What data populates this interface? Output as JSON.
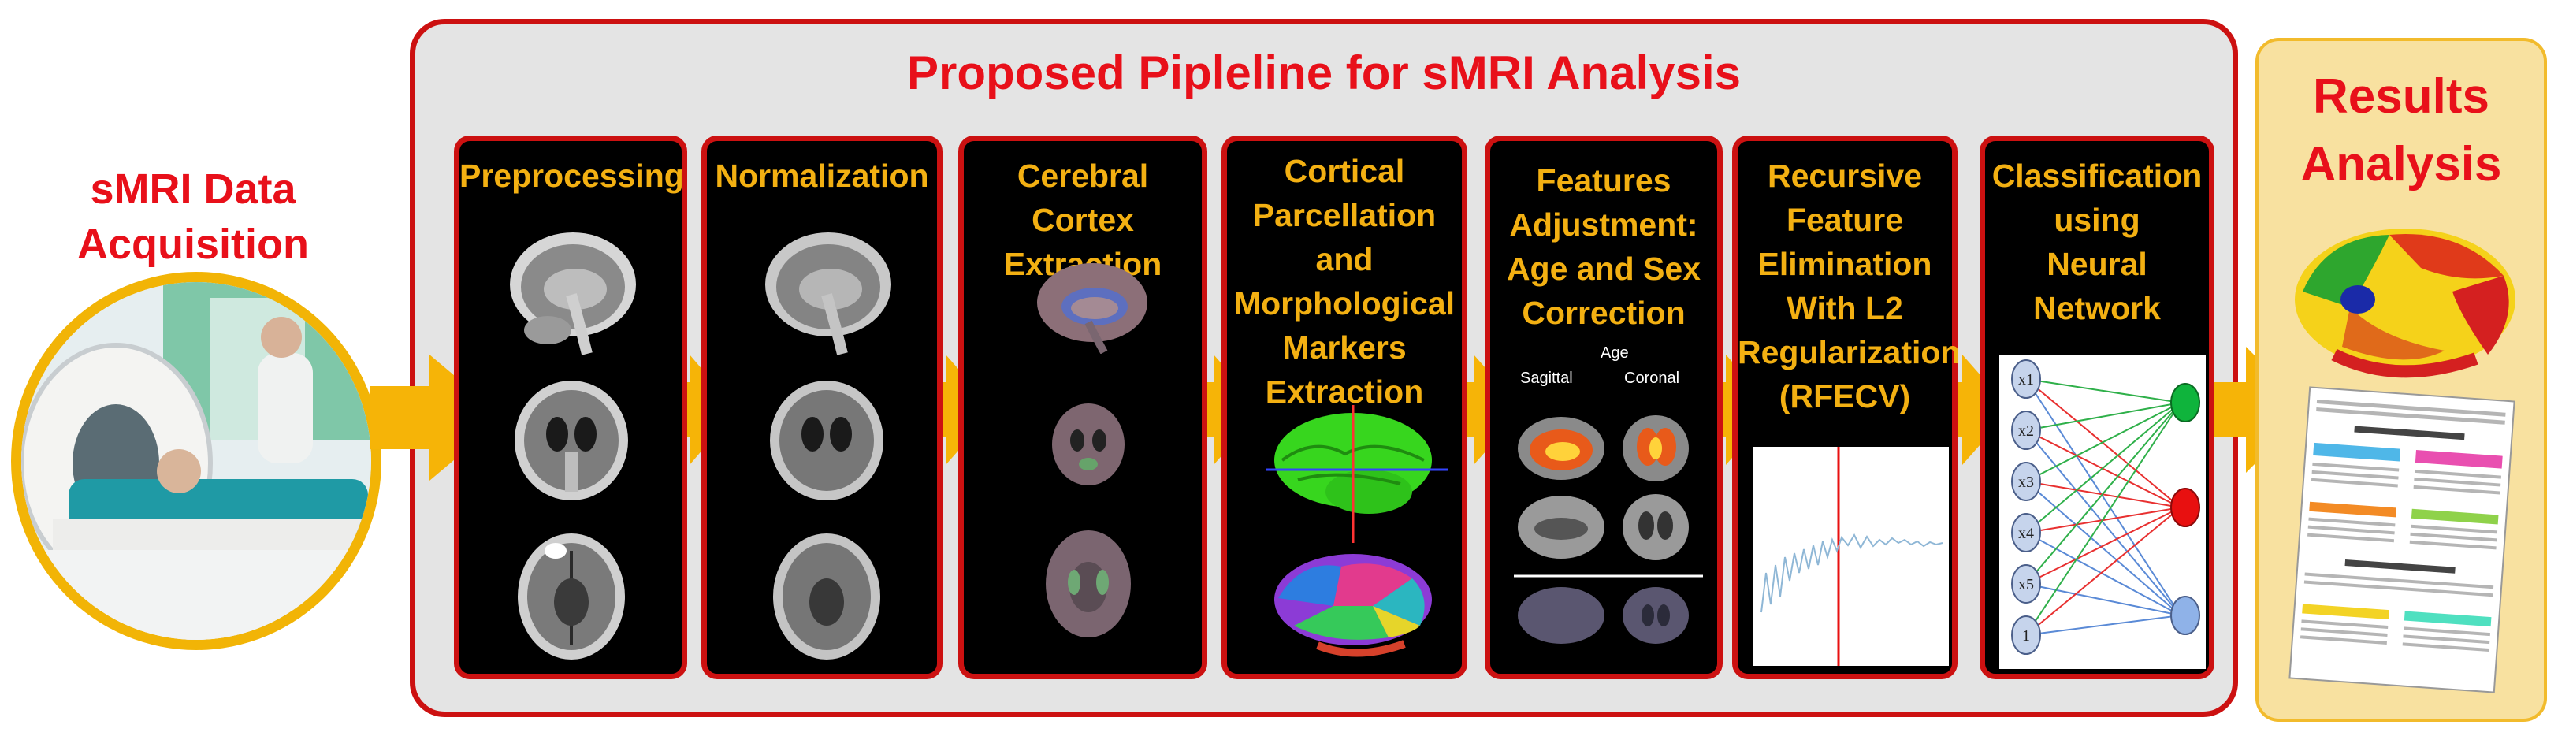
{
  "pipeline": {
    "title": "Proposed Pipleline for sMRI Analysis",
    "stages": [
      {
        "title": "Preprocessing"
      },
      {
        "title": "Normalization"
      },
      {
        "title": "Cerebral Cortex\nExtraction"
      },
      {
        "title": "Cortical\nParcellation\nand\nMorphological\nMarkers\nExtraction"
      },
      {
        "title": "Features\nAdjustment:\nAge and Sex\nCorrection"
      },
      {
        "title": "Recursive\nFeature\nElimination\nWith L2\nRegularization\n(RFECV)"
      },
      {
        "title": "Classification\nusing\nNeural\nNetwork"
      }
    ]
  },
  "acquisition": {
    "title": "sMRI Data\nAcquisition"
  },
  "results": {
    "title": "Results\nAnalysis"
  },
  "correction_panel": {
    "age_label": "Age",
    "sagittal_label": "Sagittal",
    "coronal_label": "Coronal"
  },
  "neural_network": {
    "input_nodes": [
      "x1",
      "x2",
      "x3",
      "x4",
      "x5",
      "1"
    ],
    "output_colors": [
      "#0fb43c",
      "#e81010",
      "#8fb2e8"
    ]
  },
  "colors": {
    "accent_red": "#e8101a",
    "stage_title": "#f3b012",
    "arrow": "#f6b407"
  }
}
